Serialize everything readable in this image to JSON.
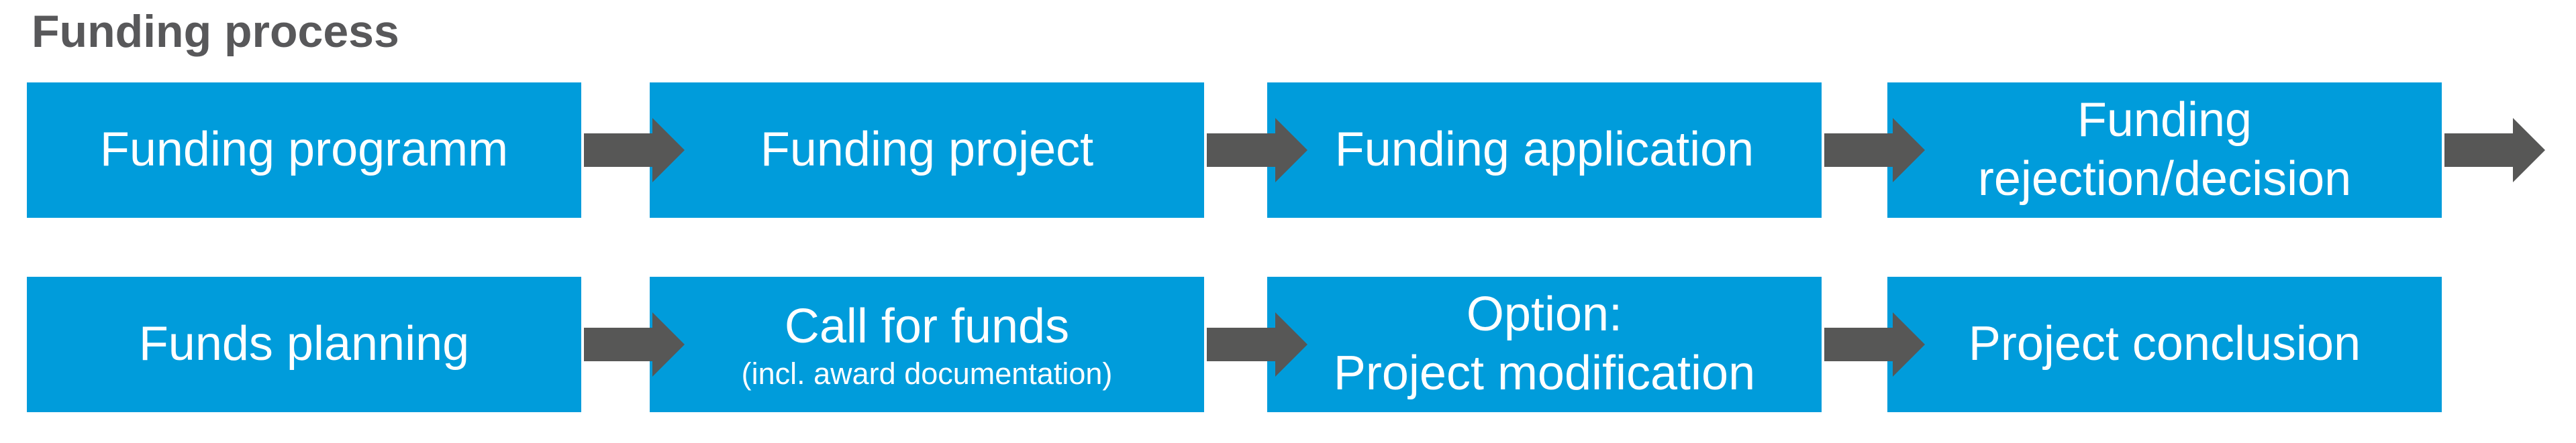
{
  "title": {
    "text": "Funding process"
  },
  "colors": {
    "box_blue": "#009cdb",
    "arrow_gray": "#575756",
    "title_gray": "#58585a",
    "text_white": "#ffffff"
  },
  "rows": [
    {
      "boxes": [
        {
          "lines": [
            "Funding programm"
          ]
        },
        {
          "lines": [
            "Funding project"
          ]
        },
        {
          "lines": [
            "Funding application"
          ]
        },
        {
          "lines": [
            "Funding",
            "rejection/decision"
          ]
        }
      ],
      "trailing_arrow": true
    },
    {
      "boxes": [
        {
          "lines": [
            "Funds planning"
          ]
        },
        {
          "lines": [
            "Call for funds"
          ],
          "subline": "(incl. award documentation)"
        },
        {
          "lines": [
            "Option:",
            "Project modification"
          ]
        },
        {
          "lines": [
            "Project conclusion"
          ]
        }
      ],
      "trailing_arrow": false
    }
  ]
}
